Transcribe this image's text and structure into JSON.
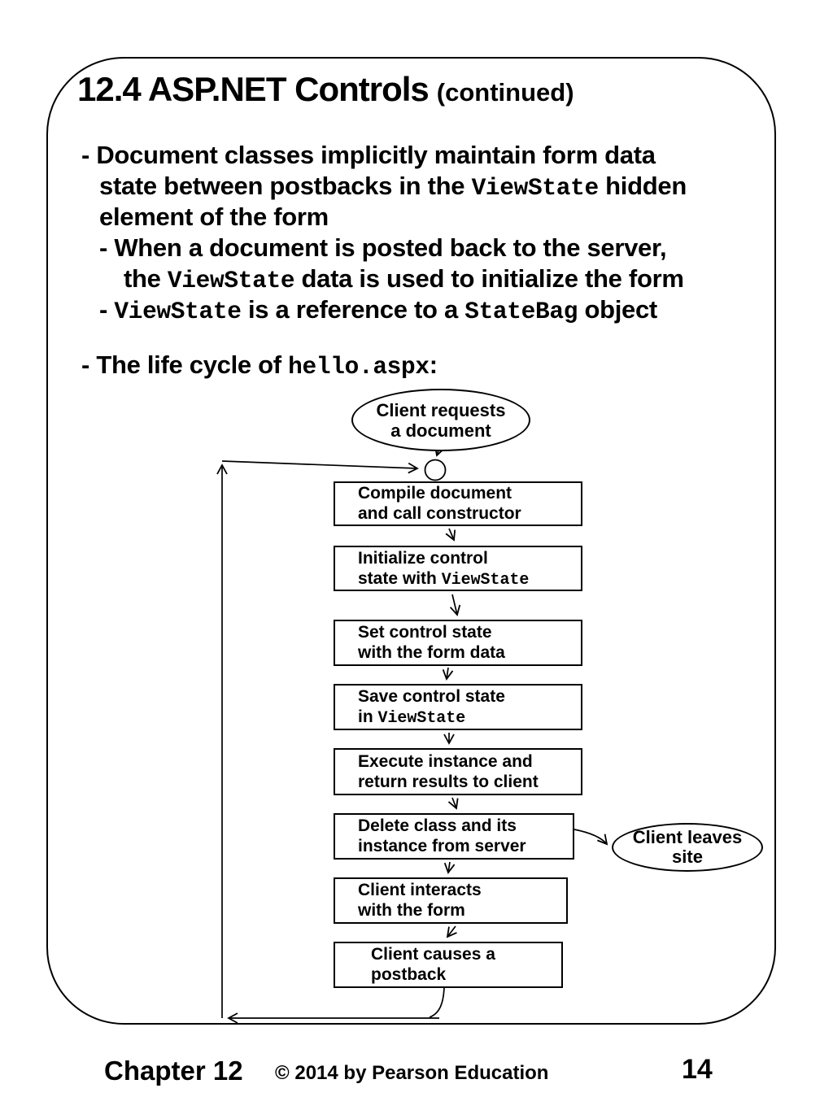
{
  "slide": {
    "title": "12.4 ASP.NET Controls",
    "title_suffix": "(continued)",
    "bullet1": {
      "l1": "- Document classes implicitly maintain form data",
      "l2a": "state between postbacks in the ",
      "l2code": "ViewState",
      "l2b": " hidden",
      "l3": "element of the form"
    },
    "sub1": {
      "l1": "- When a document is posted back to the server,",
      "l2a": "the ",
      "l2code": "ViewState",
      "l2b": " data is used to initialize the form"
    },
    "sub2": {
      "la": "- ",
      "code1": "ViewState",
      "lb": " is a reference to a ",
      "code2": "StateBag",
      "lc": " object"
    },
    "bullet2": {
      "la": "- The life cycle of ",
      "code": "hello.aspx",
      "lb": ":"
    }
  },
  "flowchart": {
    "start_ellipse": {
      "line1": "Client requests",
      "line2": "a document"
    },
    "boxes": [
      {
        "l1": "Compile document",
        "l2a": "and call constructor"
      },
      {
        "l1": "Initialize control",
        "l2a": "state with ",
        "l2code": "ViewState"
      },
      {
        "l1": "Set control state",
        "l2a": "with the form data"
      },
      {
        "l1": "Save control state",
        "l2a": "in ",
        "l2code": "ViewState"
      },
      {
        "l1": "Execute instance and",
        "l2a": "return results to client"
      },
      {
        "l1": "Delete class and its",
        "l2a": "instance from server"
      },
      {
        "l1": "Client interacts",
        "l2a": "with the form"
      },
      {
        "l1": "Client causes a",
        "l2a": "postback"
      }
    ],
    "leave_ellipse": {
      "line1": "Client leaves",
      "line2": "site"
    }
  },
  "footer": {
    "chapter": "Chapter 12",
    "copyright": "© 2014 by Pearson Education",
    "page_number": "14"
  },
  "colors": {
    "ink": "#000000",
    "background": "#ffffff"
  }
}
